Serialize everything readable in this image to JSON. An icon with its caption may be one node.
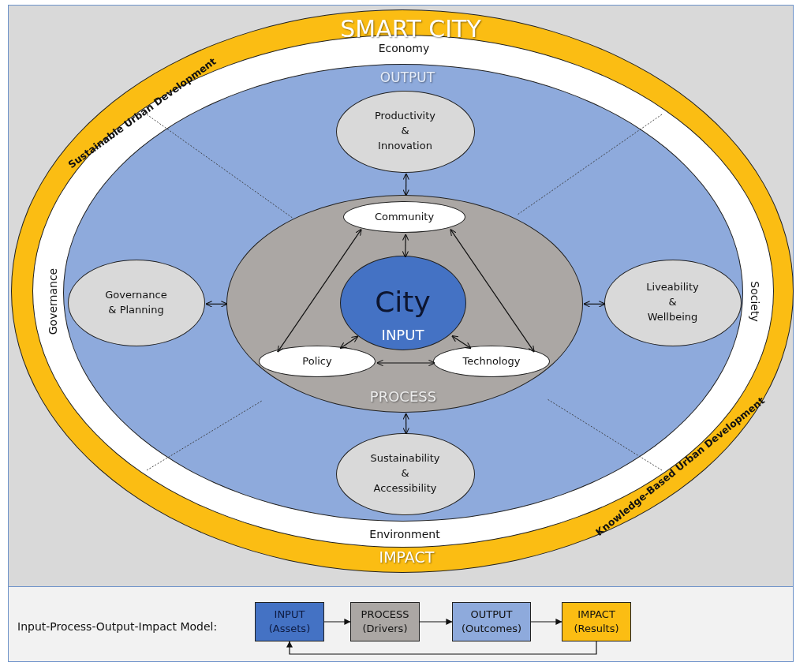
{
  "diagram": {
    "nodes": [
      {
        "text": [
          "SMART CITY",
          "IMPACT"
        ]
      },
      {
        "text": [
          "Economy",
          "Governance",
          "Society",
          "Environment"
        ],
        "in": 0
      },
      {
        "text": [
          "OUTPUT"
        ],
        "in": 1
      },
      {
        "text": [
          "Productivity & Innovation"
        ],
        "in": 2
      },
      {
        "text": [
          "Governance & Planning"
        ],
        "in": 2
      },
      {
        "text": [
          "PROCESS"
        ],
        "in": 2
      },
      {
        "text": [
          "Community"
        ],
        "in": 5
      },
      {
        "text": [
          "City",
          "INPUT"
        ],
        "in": 5
      },
      {
        "text": [
          "Policy"
        ],
        "in": 5
      },
      {
        "text": [
          "Technology"
        ],
        "in": 5
      },
      {
        "text": [
          "Liveability & Wellbeing"
        ],
        "in": 2
      },
      {
        "text": [
          "Sustainability & Accessibility"
        ],
        "in": 2
      },
      {
        "text": [
          "INPUT",
          "(Assets)"
        ]
      },
      {
        "text": [
          "PROCESS",
          "(Drivers)"
        ]
      },
      {
        "text": [
          "OUTPUT",
          "(Outcomes)"
        ]
      },
      {
        "text": [
          "IMPACT",
          "(Results)"
        ]
      }
    ],
    "edges": [
      {
        "from": 3,
        "to": 5,
        "arrow": "both"
      },
      {
        "from": 4,
        "to": 5,
        "arrow": "both"
      },
      {
        "from": 10,
        "to": 5,
        "arrow": "both"
      },
      {
        "from": 11,
        "to": 5,
        "arrow": "both"
      },
      {
        "from": 6,
        "to": 7,
        "arrow": "both"
      },
      {
        "from": 6,
        "to": 8,
        "arrow": "both"
      },
      {
        "from": 6,
        "to": 9,
        "arrow": "both"
      },
      {
        "from": 8,
        "to": 7,
        "arrow": "both"
      },
      {
        "from": 9,
        "to": 7,
        "arrow": "both"
      },
      {
        "from": 8,
        "to": 9,
        "arrow": "both"
      },
      {
        "from": 12,
        "to": 13,
        "arrow": "to"
      },
      {
        "from": 13,
        "to": 14,
        "arrow": "to"
      },
      {
        "from": 14,
        "to": 15,
        "arrow": "to"
      },
      {
        "from": 15,
        "to": 12,
        "arrow": "to"
      }
    ],
    "labels": [
      "Sustainable Urban Development",
      "Knowledge-Based Urban Development",
      "Input-Process-Output-Impact Model:"
    ]
  }
}
